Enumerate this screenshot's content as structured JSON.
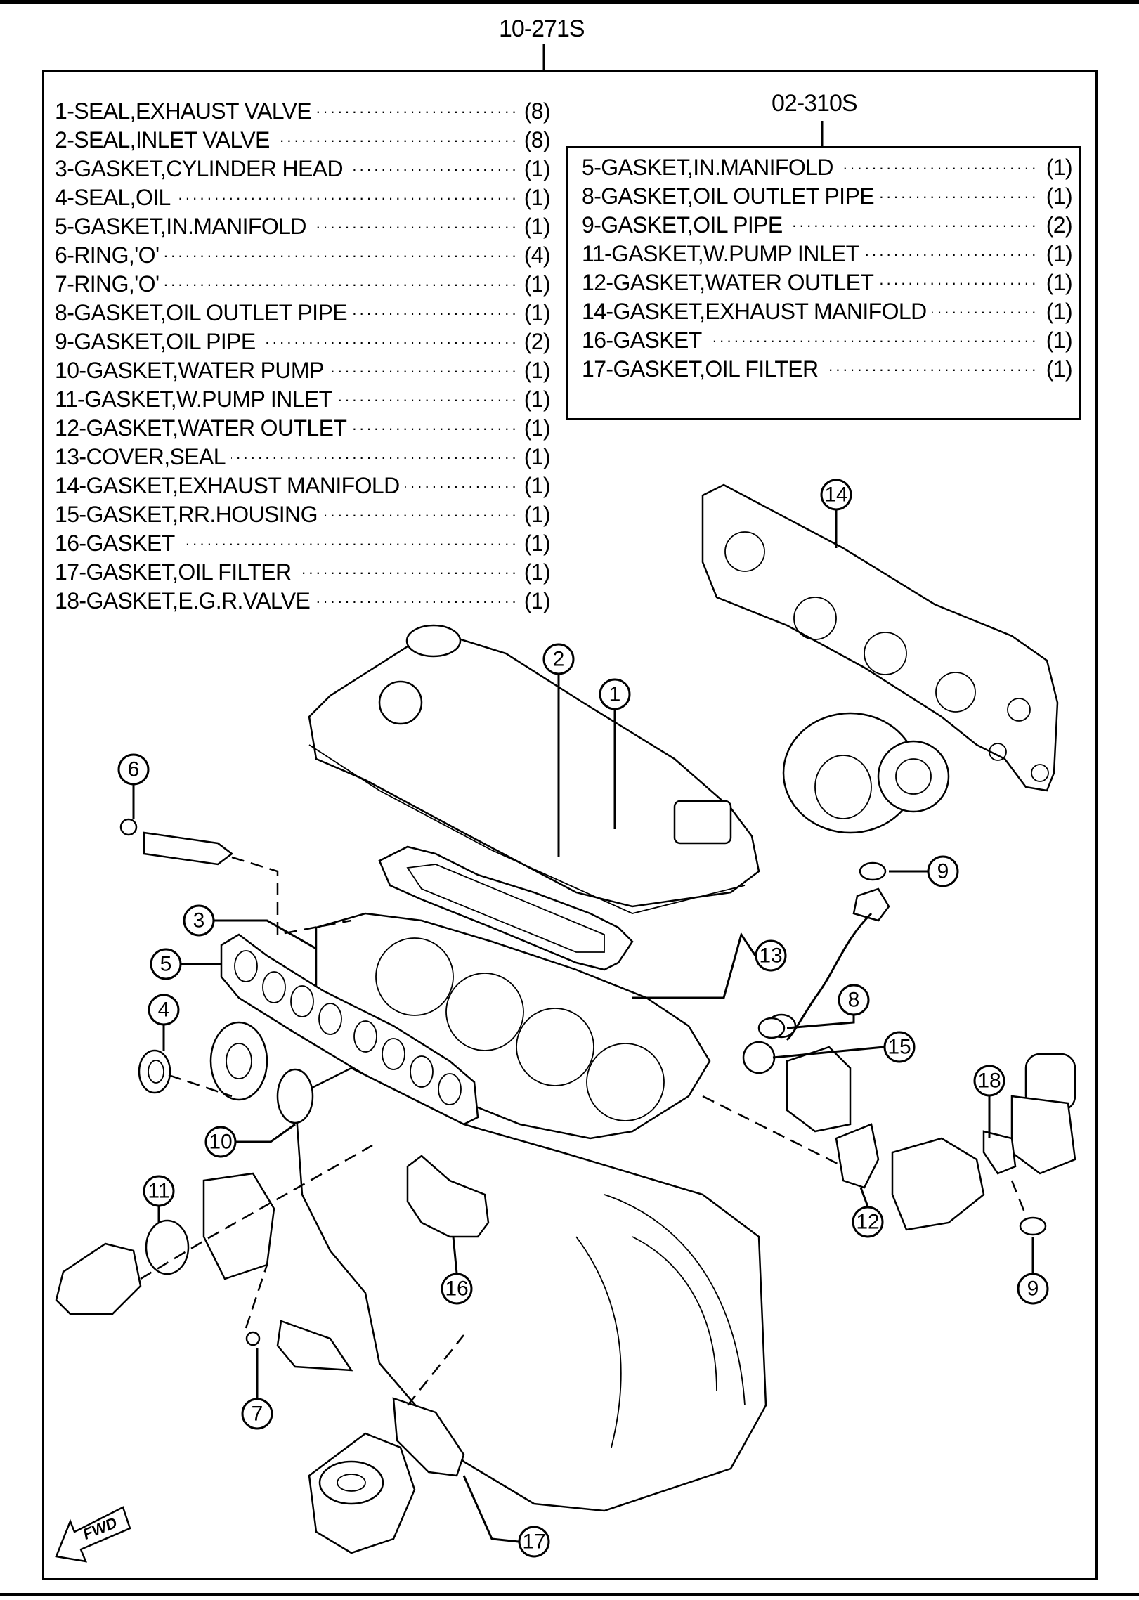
{
  "kit_code": "10-271S",
  "sub_kit_code": "02-310S",
  "main_list": [
    {
      "text": "1-SEAL,EXHAUST VALVE",
      "qty": "(8)"
    },
    {
      "text": "2-SEAL,INLET VALVE",
      "qty": "(8)"
    },
    {
      "text": "3-GASKET,CYLINDER HEAD",
      "qty": "(1)"
    },
    {
      "text": "4-SEAL,OIL",
      "qty": "(1)"
    },
    {
      "text": "5-GASKET,IN.MANIFOLD",
      "qty": "(1)"
    },
    {
      "text": "6-RING,'O'",
      "qty": "(4)"
    },
    {
      "text": "7-RING,'O'",
      "qty": "(1)"
    },
    {
      "text": "8-GASKET,OIL OUTLET PIPE",
      "qty": "(1)"
    },
    {
      "text": "9-GASKET,OIL PIPE",
      "qty": "(2)"
    },
    {
      "text": "10-GASKET,WATER PUMP",
      "qty": "(1)"
    },
    {
      "text": "11-GASKET,W.PUMP INLET",
      "qty": "(1)"
    },
    {
      "text": "12-GASKET,WATER OUTLET",
      "qty": "(1)"
    },
    {
      "text": "13-COVER,SEAL",
      "qty": "(1)"
    },
    {
      "text": "14-GASKET,EXHAUST MANIFOLD",
      "qty": "(1)"
    },
    {
      "text": "15-GASKET,RR.HOUSING",
      "qty": "(1)"
    },
    {
      "text": "16-GASKET",
      "qty": "(1)"
    },
    {
      "text": "17-GASKET,OIL FILTER",
      "qty": "(1)"
    },
    {
      "text": "18-GASKET,E.G.R.VALVE",
      "qty": "(1)"
    }
  ],
  "sub_list": [
    {
      "text": "5-GASKET,IN.MANIFOLD",
      "qty": "(1)"
    },
    {
      "text": "8-GASKET,OIL OUTLET PIPE",
      "qty": "(1)"
    },
    {
      "text": "9-GASKET,OIL PIPE",
      "qty": "(2)"
    },
    {
      "text": "11-GASKET,W.PUMP INLET",
      "qty": "(1)"
    },
    {
      "text": "12-GASKET,WATER OUTLET",
      "qty": "(1)"
    },
    {
      "text": "14-GASKET,EXHAUST MANIFOLD",
      "qty": "(1)"
    },
    {
      "text": "16-GASKET",
      "qty": "(1)"
    },
    {
      "text": "17-GASKET,OIL FILTER",
      "qty": "(1)"
    }
  ],
  "callouts": [
    "14",
    "2",
    "1",
    "6",
    "9",
    "3",
    "13",
    "5",
    "8",
    "4",
    "15",
    "18",
    "10",
    "11",
    "12",
    "16",
    "9",
    "7",
    "17"
  ],
  "fwd_label": "FWD"
}
